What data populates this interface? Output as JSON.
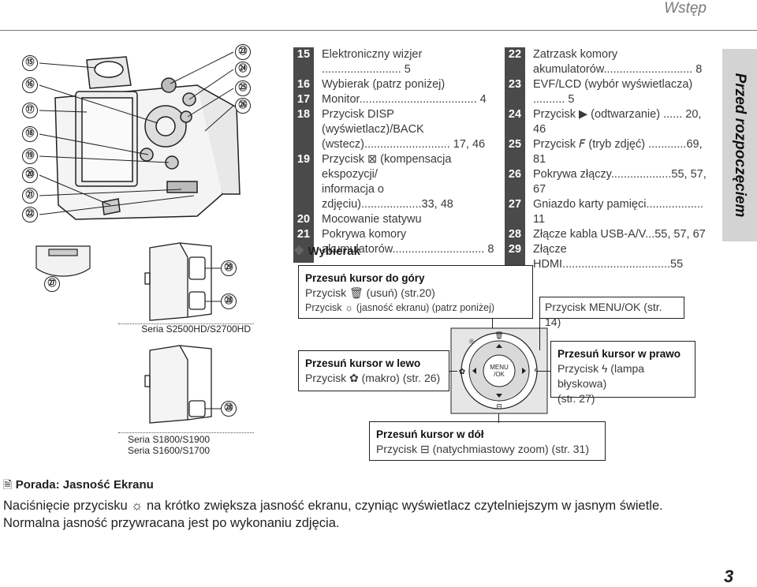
{
  "header": {
    "section": "Wstęp"
  },
  "side_tab": "Przed rozpoczęciem",
  "page_number": "3",
  "callouts_left": [
    "⑮",
    "⑯",
    "⑰",
    "⑱",
    "⑲",
    "⑳",
    "㉑",
    "㉒"
  ],
  "callouts_right": [
    "㉓",
    "㉔",
    "㉕",
    "㉖"
  ],
  "callout_27": "㉗",
  "callout_28": "㉘",
  "callout_29": "㉙",
  "series_a": "Seria S2500HD/S2700HD",
  "series_b1": "Seria S1800/S1900",
  "series_b2": "Seria S1600/S1700",
  "list1": [
    {
      "n": "15",
      "t": "Elektroniczny wizjer ......................... 5"
    },
    {
      "n": "16",
      "t": "Wybierak (patrz poniżej)"
    },
    {
      "n": "17",
      "t": "Monitor..................................... 4"
    },
    {
      "n": "18a",
      "t": "Przycisk DISP (wyświetlacz)/BACK"
    },
    {
      "n": "18b",
      "t": "(wstecz)........................... 17, 46"
    },
    {
      "n": "19a",
      "t": "Przycisk ⊠ (kompensacja ekspozycji/"
    },
    {
      "n": "19b",
      "t": "informacja o zdjęciu)...................33, 48"
    },
    {
      "n": "20",
      "t": "Mocowanie statywu"
    },
    {
      "n": "21a",
      "t": "Pokrywa komory"
    },
    {
      "n": "21b",
      "t": "akumulatorów............................. 8"
    }
  ],
  "list1_nums": [
    "15",
    "16",
    "17",
    "18",
    "19",
    "20",
    "21"
  ],
  "list2": [
    {
      "n": "22",
      "t1": "Zatrzask komory",
      "t2": "akumulatorów............................ 8"
    },
    {
      "n": "23",
      "t": "EVF/LCD (wybór wyświetlacza) .......... 5"
    },
    {
      "n": "24",
      "t": "Przycisk ▶ (odtwarzanie) ...... 20, 46"
    },
    {
      "n": "25",
      "t": "Przycisk 𝘍 (tryb zdjęć) ............69, 81"
    },
    {
      "n": "26",
      "t": "Pokrywa złączy...................55, 57, 67"
    },
    {
      "n": "27",
      "t": "Gniazdo karty pamięci.................. 11"
    },
    {
      "n": "28",
      "t": "Złącze kabla USB-A/V...55, 57, 67"
    },
    {
      "n": "29",
      "t": "Złącze HDMI..................................55"
    }
  ],
  "wybierak": {
    "title": "Wybierak",
    "up": {
      "h": "Przesuń kursor do góry",
      "l1": "Przycisk 🗑 (usuń) (str.20)",
      "l2": "Przycisk ☼ (jasność ekranu) (patrz poniżej)"
    },
    "menu": "Przycisk MENU/OK (str. 14)",
    "left": {
      "h": "Przesuń kursor w lewo",
      "l1": "Przycisk ✿ (makro) (str. 26)"
    },
    "right": {
      "h": "Przesuń kursor w prawo",
      "l1": "Przycisk ϟ (lampa błyskowa)",
      "l2": "(str. 27)"
    },
    "down": {
      "h": "Przesuń kursor w dół",
      "l1": "Przycisk ⊟ (natychmiastowy zoom) (str. 31)"
    },
    "pad_center": "MENU\n/OK"
  },
  "tip": {
    "title": "Porada: Jasność Ekranu",
    "body": "Naciśnięcie przycisku ☼ na krótko zwiększa jasność ekranu, czyniąc wyświetlacz czytelniejszym w jasnym świetle. Normalna jasność przywracana jest po wykonaniu zdjęcia."
  }
}
